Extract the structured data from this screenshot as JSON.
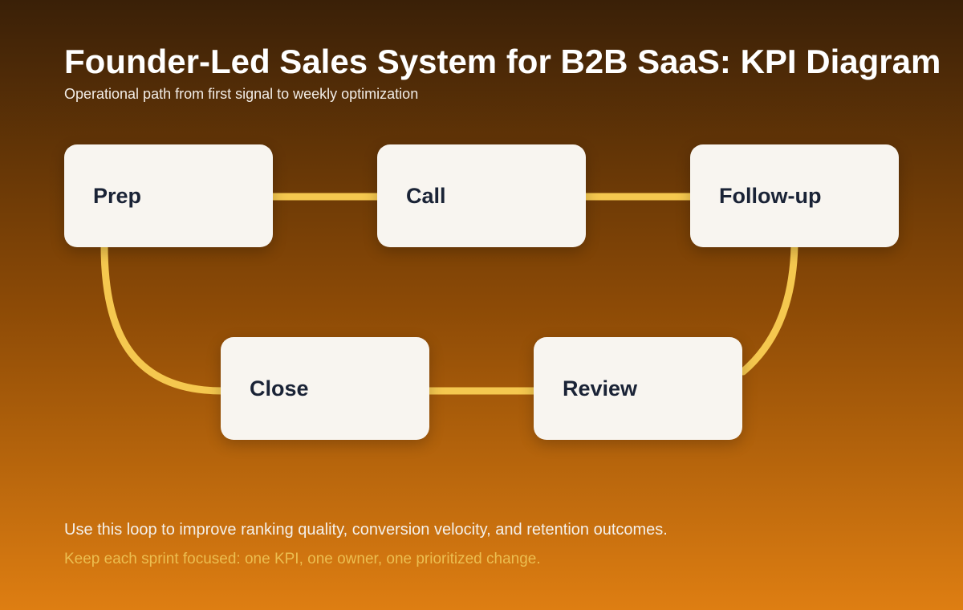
{
  "header": {
    "title": "Founder-Led Sales System for B2B SaaS: KPI Diagram",
    "subtitle": "Operational path from first signal to weekly optimization"
  },
  "diagram": {
    "nodes": [
      {
        "id": "prep",
        "label": "Prep"
      },
      {
        "id": "call",
        "label": "Call"
      },
      {
        "id": "follow-up",
        "label": "Follow-up"
      },
      {
        "id": "close",
        "label": "Close"
      },
      {
        "id": "review",
        "label": "Review"
      }
    ],
    "edges": [
      {
        "from": "Prep",
        "to": "Call"
      },
      {
        "from": "Call",
        "to": "Follow-up"
      },
      {
        "from": "Follow-up",
        "to": "Review"
      },
      {
        "from": "Review",
        "to": "Close"
      },
      {
        "from": "Close",
        "to": "Prep"
      }
    ],
    "loop": true
  },
  "footer": {
    "line1": "Use this loop to improve ranking quality, conversion velocity, and retention outcomes.",
    "line2": "Keep each sprint focused: one KPI, one owner, one prioritized change."
  },
  "colors": {
    "background_top": "#3A2007",
    "background_mid": "#8C4A06",
    "background_bottom": "#DE7E12",
    "title_text": "#FFFFFF",
    "subtitle_text": "#F2EDE7",
    "node_fill": "#F8F5F0",
    "node_text": "#1A2336",
    "connector": "#F5C84F",
    "footer_text": "#F4F0EA",
    "footer_accent": "#ECBE50"
  }
}
